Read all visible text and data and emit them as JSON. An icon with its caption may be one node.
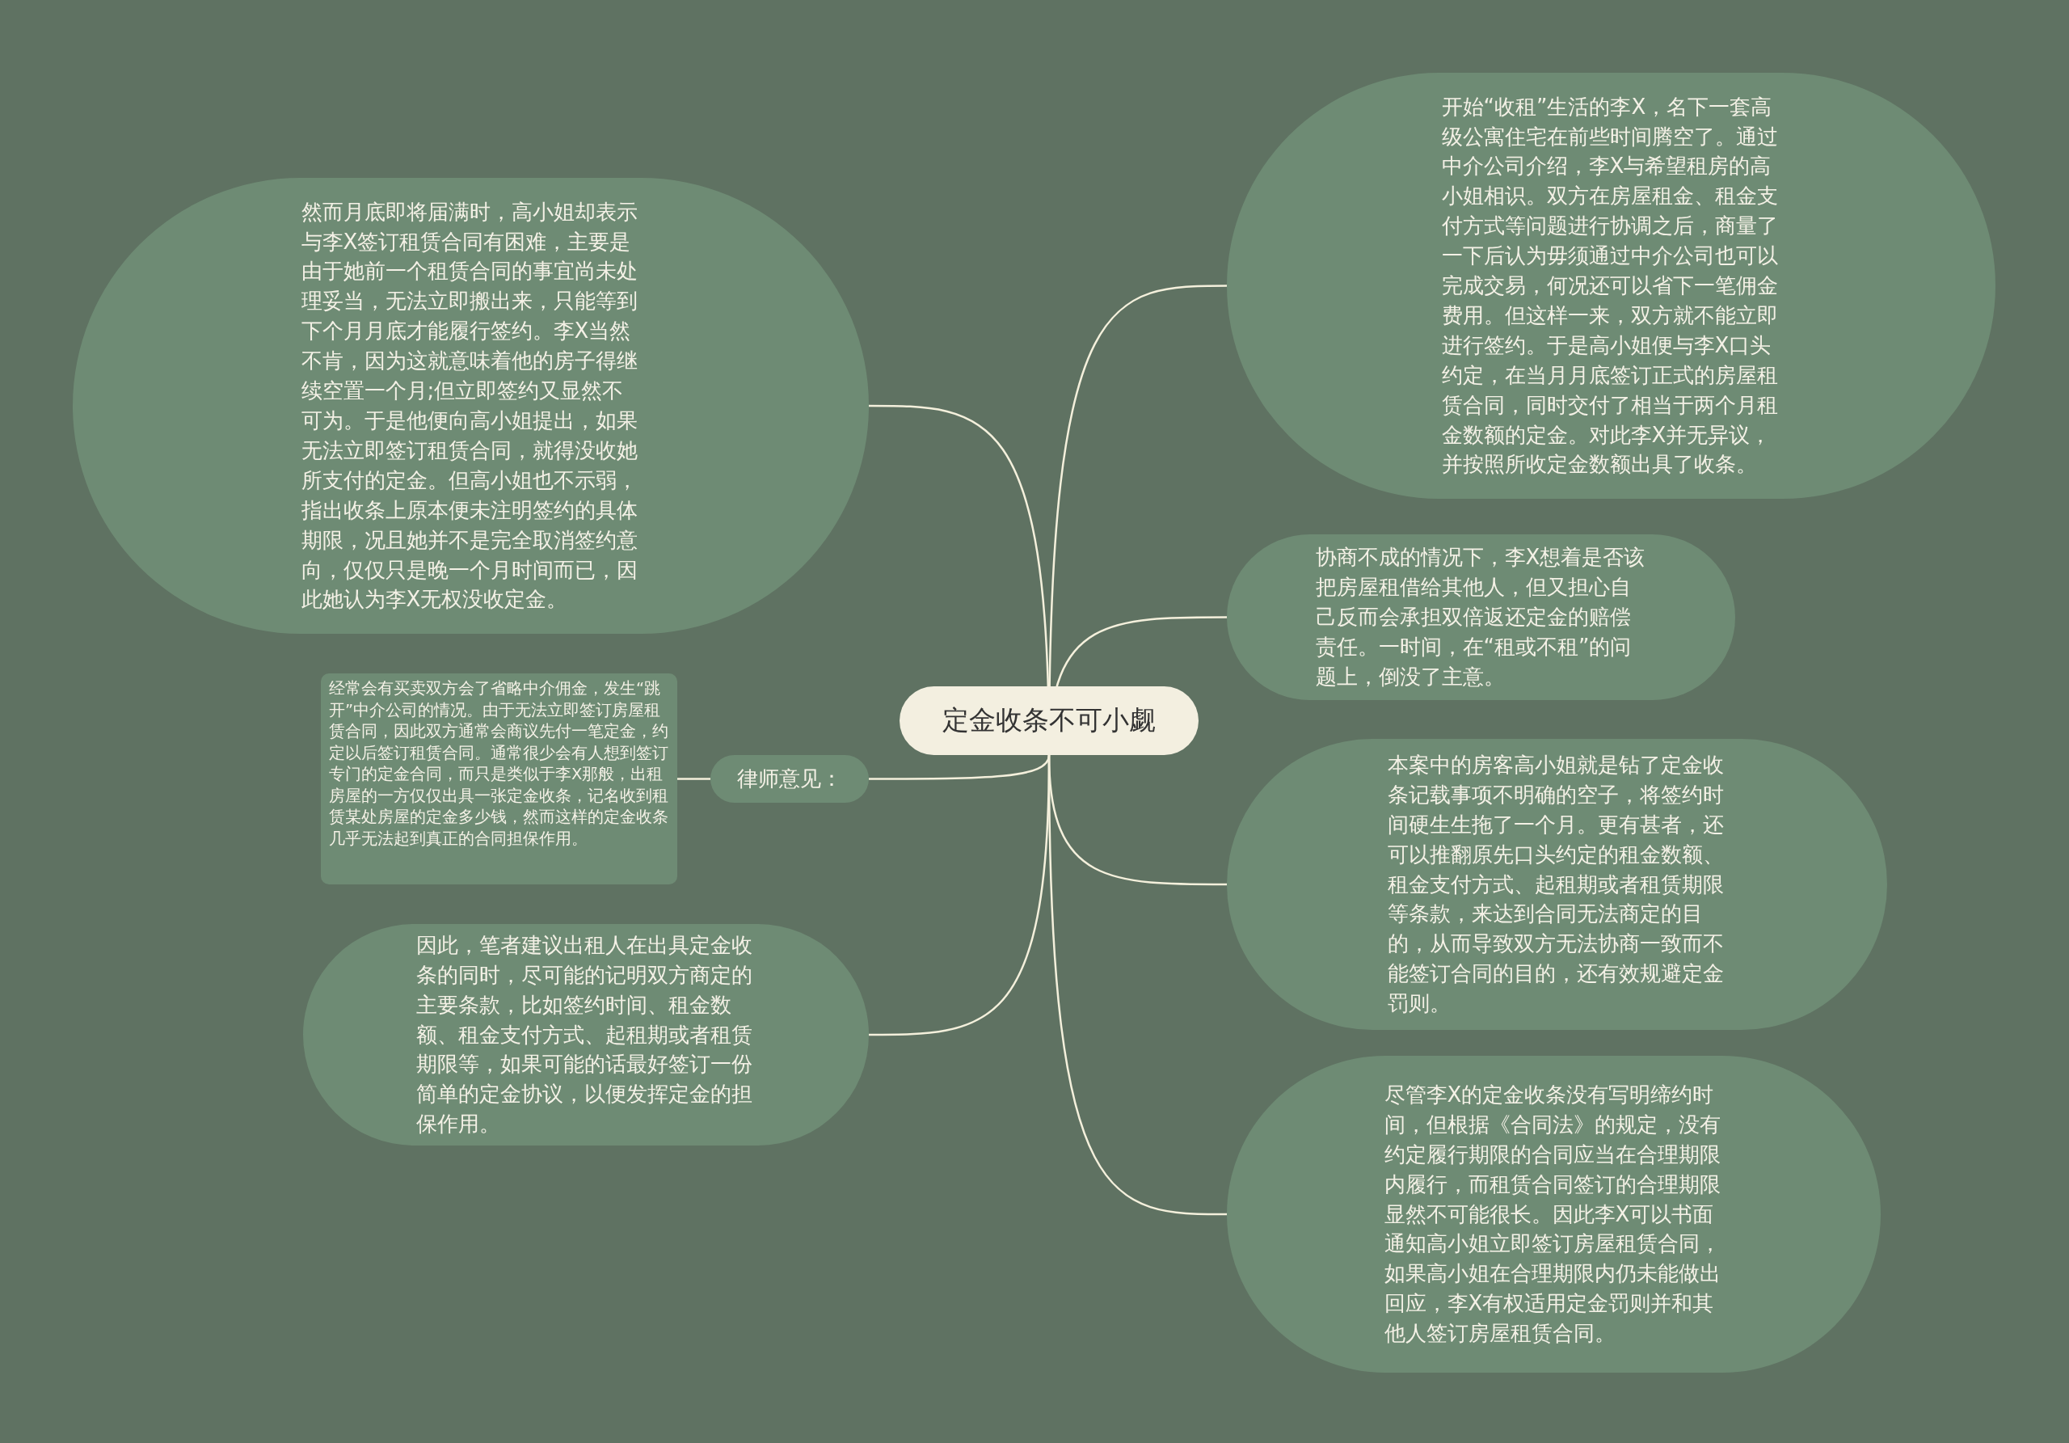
{
  "diagram": {
    "nodes": [
      {
        "text": [
          "定金收条不可小觑"
        ]
      },
      {
        "text": [
          "开始“收租”生活的李X，名下一套高级公寓住宅在前些时间腾空了。通过中介公司介绍，李X与希望租房的高小姐相识。双方在房屋租金、租金支付方式等问题进行协调之后，商量了一下后认为毋须通过中介公司也可以完成交易，何况还可以省下一笔佣金费用。但这样一来，双方就不能立即进行签约。于是高小姐便与李X口头约定，在当月月底签订正式的房屋租赁合同，同时交付了相当于两个月租金数额的定金。对此李X并无异议，并按照所收定金数额出具了收条。"
        ]
      },
      {
        "text": [
          "协商不成的情况下，李X想着是否该把房屋租借给其他人，但又担心自己反而会承担双倍返还定金的赔偿责任。一时间，在“租或不租”的问题上，倒没了主意。"
        ]
      },
      {
        "text": [
          "本案中的房客高小姐就是钻了定金收条记载事项不明确的空子，将签约时间硬生生拖了一个月。更有甚者，还可以推翻原先口头约定的租金数额、租金支付方式、起租期或者租赁期限等条款，来达到合同无法商定的目的，从而导致双方无法协商一致而不能签订合同的目的，还有效规避定金罚则。"
        ]
      },
      {
        "text": [
          "尽管李X的定金收条没有写明缔约时间，但根据《合同法》的规定，没有约定履行期限的合同应当在合理期限内履行，而租赁合同签订的合理期限显然不可能很长。因此李X可以书面通知高小姐立即签订房屋租赁合同，如果高小姐在合理期限内仍未能做出回应，李X有权适用定金罚则并和其他人签订房屋租赁合同。"
        ]
      },
      {
        "text": [
          "然而月底即将届满时，高小姐却表示与李X签订租赁合同有困难，主要是由于她前一个租赁合同的事宜尚未处理妥当，无法立即搬出来，只能等到下个月月底才能履行签约。李X当然不肯，因为这就意味着他的房子得继续空置一个月;但立即签约又显然不可为。于是他便向高小姐提出，如果无法立即签订租赁合同，就得没收她所支付的定金。但高小姐也不示弱，指出收条上原本便未注明签约的具体期限，况且她并不是完全取消签约意向，仅仅只是晚一个月时间而已，因此她认为李X无权没收定金。"
        ]
      },
      {
        "text": [
          "律师意见："
        ]
      },
      {
        "text": [
          "经常会有买卖双方会了省略中介佣金，发生“跳开”中介公司的情况。由于无法立即签订房屋租赁合同，因此双方通常会商议先付一笔定金，约定以后签订租赁合同。通常很少会有人想到签订专门的定金合同，而只是类似于李X那般，出租房屋的一方仅仅出具一张定金收条，记名收到租赁某处房屋的定金多少钱，然而这样的定金收条几乎无法起到真正的合同担保作用。"
        ]
      },
      {
        "text": [
          "因此，笔者建议出租人在出具定金收条的同时，尽可能的记明双方商定的主要条款，比如签约时间、租金数额、租金支付方式、起租期或者租赁期限等，如果可能的话最好签订一份简单的定金协议，以便发挥定金的担保作用。"
        ]
      }
    ],
    "edges": [
      {
        "from": 0,
        "to": 1,
        "arrow": "none"
      },
      {
        "from": 0,
        "to": 2,
        "arrow": "none"
      },
      {
        "from": 0,
        "to": 3,
        "arrow": "none"
      },
      {
        "from": 0,
        "to": 4,
        "arrow": "none"
      },
      {
        "from": 0,
        "to": 5,
        "arrow": "none"
      },
      {
        "from": 0,
        "to": 6,
        "arrow": "none"
      },
      {
        "from": 0,
        "to": 8,
        "arrow": "none"
      },
      {
        "from": 6,
        "to": 7,
        "arrow": "none"
      }
    ]
  }
}
